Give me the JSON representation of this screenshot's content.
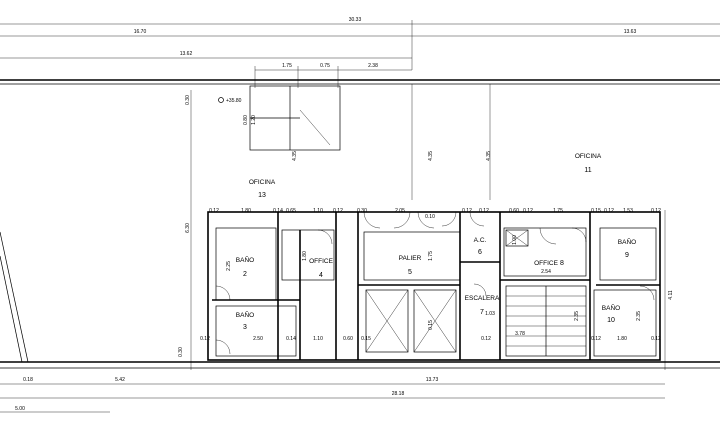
{
  "plan": {
    "dimensions": {
      "overall_top": "30.33",
      "left_segment": "16.70",
      "right_segment": "13.63",
      "inner_top": "13.62",
      "stair_1": "1.75",
      "stair_2": "0.75",
      "stair_3": "2.38",
      "level": "+35.80",
      "bottom_total": "28.18",
      "bottom_left": "5.42",
      "bottom_right": "13.73",
      "bottom_small": "0.18",
      "far_bottom": "5.00",
      "left_vertical_1": "0.30",
      "left_vertical_2": "6.30",
      "left_vertical_3": "0.30",
      "right_vertical": "4.11",
      "top_row": [
        "0.12",
        "1.80",
        "0.14",
        "0.65",
        "1.10",
        "0.12",
        "0.30",
        "2.05",
        "0.10",
        "0.12",
        "0.12",
        "0.60",
        "0.12",
        "1.75",
        "0.15",
        "0.12",
        "1.53",
        "0.12"
      ],
      "bottom_row": [
        "0.12",
        "2.50",
        "0.14",
        "1.10",
        "0.60",
        "0.15",
        "0.12",
        "3.78",
        "0.12",
        "1.80",
        "0.12"
      ],
      "misc": [
        "4.35",
        "4.35",
        "4.35",
        "1.75",
        "2.54",
        "2.25",
        "2.35",
        "2.35",
        "1.80",
        "0.15",
        "1.03",
        "1.00",
        "0.80",
        "1.20"
      ]
    },
    "rooms": [
      {
        "id": "oficina-13",
        "name": "OFICINA",
        "number": "13"
      },
      {
        "id": "oficina-11",
        "name": "OFICINA",
        "number": "11"
      },
      {
        "id": "bano-2",
        "name": "BAÑO",
        "number": "2"
      },
      {
        "id": "bano-3",
        "name": "BAÑO",
        "number": "3"
      },
      {
        "id": "office-4",
        "name": "OFFICE",
        "number": "4"
      },
      {
        "id": "palier-5",
        "name": "PALIER",
        "number": "5"
      },
      {
        "id": "ac-6",
        "name": "A.C.",
        "number": "6"
      },
      {
        "id": "escalera-7",
        "name": "ESCALERA",
        "number": "7"
      },
      {
        "id": "office-8",
        "name": "OFFICE",
        "number": "8"
      },
      {
        "id": "bano-9",
        "name": "BAÑO",
        "number": "9"
      },
      {
        "id": "bano-10",
        "name": "BAÑO",
        "number": "10"
      }
    ]
  }
}
